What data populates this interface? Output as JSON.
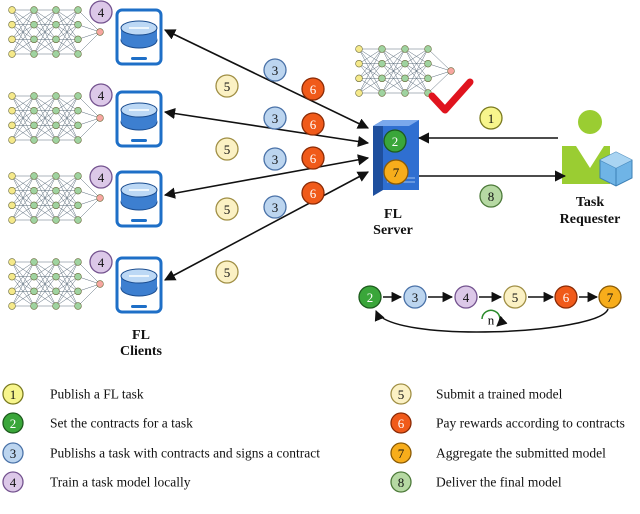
{
  "labels": {
    "fl_clients": [
      "FL",
      "Clients"
    ],
    "fl_server": [
      "FL",
      "Server"
    ],
    "task_requester": [
      "Task",
      "Requester"
    ],
    "loop_n": "n"
  },
  "steps": [
    {
      "num": "1",
      "fill": "#f7f58c",
      "stroke": "#7a7a20"
    },
    {
      "num": "2",
      "fill": "#3aa63a",
      "stroke": "#1d5a1d"
    },
    {
      "num": "3",
      "fill": "#bcd5ef",
      "stroke": "#4a72a8"
    },
    {
      "num": "4",
      "fill": "#dcc8e8",
      "stroke": "#74538f"
    },
    {
      "num": "5",
      "fill": "#fbf1c4",
      "stroke": "#a08f45"
    },
    {
      "num": "6",
      "fill": "#f05a1a",
      "stroke": "#8a2a05"
    },
    {
      "num": "7",
      "fill": "#f7ad1b",
      "stroke": "#8a5a05"
    },
    {
      "num": "8",
      "fill": "#b6d9a3",
      "stroke": "#4d7a3a"
    }
  ],
  "legend": [
    {
      "num": "1",
      "text": "Publish a FL task"
    },
    {
      "num": "2",
      "text": "Set the contracts for a task"
    },
    {
      "num": "3",
      "text": "Publishs a task with contracts and signs a contract"
    },
    {
      "num": "4",
      "text": "Train a task model locally"
    },
    {
      "num": "5",
      "text": "Submit a trained model"
    },
    {
      "num": "6",
      "text": "Pay rewards according to contracts"
    },
    {
      "num": "7",
      "text": "Aggregate the submitted model"
    },
    {
      "num": "8",
      "text": "Deliver the final model"
    }
  ],
  "colors": {
    "nn_node": "#f5e98a",
    "nn_node_mid": "#9fd3a0",
    "nn_output": "#f7a6a0",
    "device_blue": "#1e6fc7",
    "server_blue": "#2f6fd1",
    "checkmark": "#e0141e",
    "requester_green": "#9acd32",
    "requester_cube": "#6fb4e6"
  }
}
